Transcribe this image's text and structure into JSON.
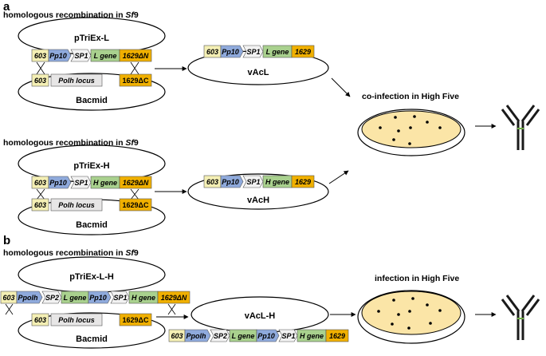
{
  "panels": {
    "a": "a",
    "b": "b"
  },
  "headings": {
    "a1": {
      "pre": "homologous recombination in ",
      "it": "Sf",
      "post": "9"
    },
    "a2": {
      "pre": "homologous recombination in ",
      "it": "Sf",
      "post": "9"
    },
    "b1": {
      "pre": "homologous recombination in ",
      "it": "Sf",
      "post": "9"
    },
    "coinfection": "co-infection in High Five",
    "infection": "infection in High Five"
  },
  "labels": {
    "pTriExL": "pTriEx-L",
    "pTriExH": "pTriEx-H",
    "pTriExLH": "pTriEx-L-H",
    "bacmid": "Bacmid",
    "vAcL": "vAcL",
    "vAcH": "vAcH",
    "vAcLH": "vAcL-H"
  },
  "segments": {
    "s603": "603",
    "pp10": "Pp10",
    "sp1": "SP1",
    "lgene": "L gene",
    "hgene": "H gene",
    "s1629dN": "1629ΔN",
    "s1629dC": "1629ΔC",
    "s1629": "1629",
    "polh": "Polh locus",
    "ppolh": "Ppolh",
    "sp2": "SP2"
  },
  "colors": {
    "c603": "#f4efb4",
    "cPromoter": "#8faadc",
    "cSignal": "#f2f2f2",
    "cGene": "#a9d18e",
    "c1629": "#f0b000",
    "cPolh": "#e7e6e6",
    "cDish": "#fbe5a7",
    "cAntibodyHeavy": "#1a1a1a",
    "cAntibodyLight": "#1a1a1a",
    "cHinge": "#70ad47"
  },
  "icons": [
    "arrow-right-icon",
    "culture-dish-icon",
    "antibody-icon",
    "crossover-icon"
  ]
}
